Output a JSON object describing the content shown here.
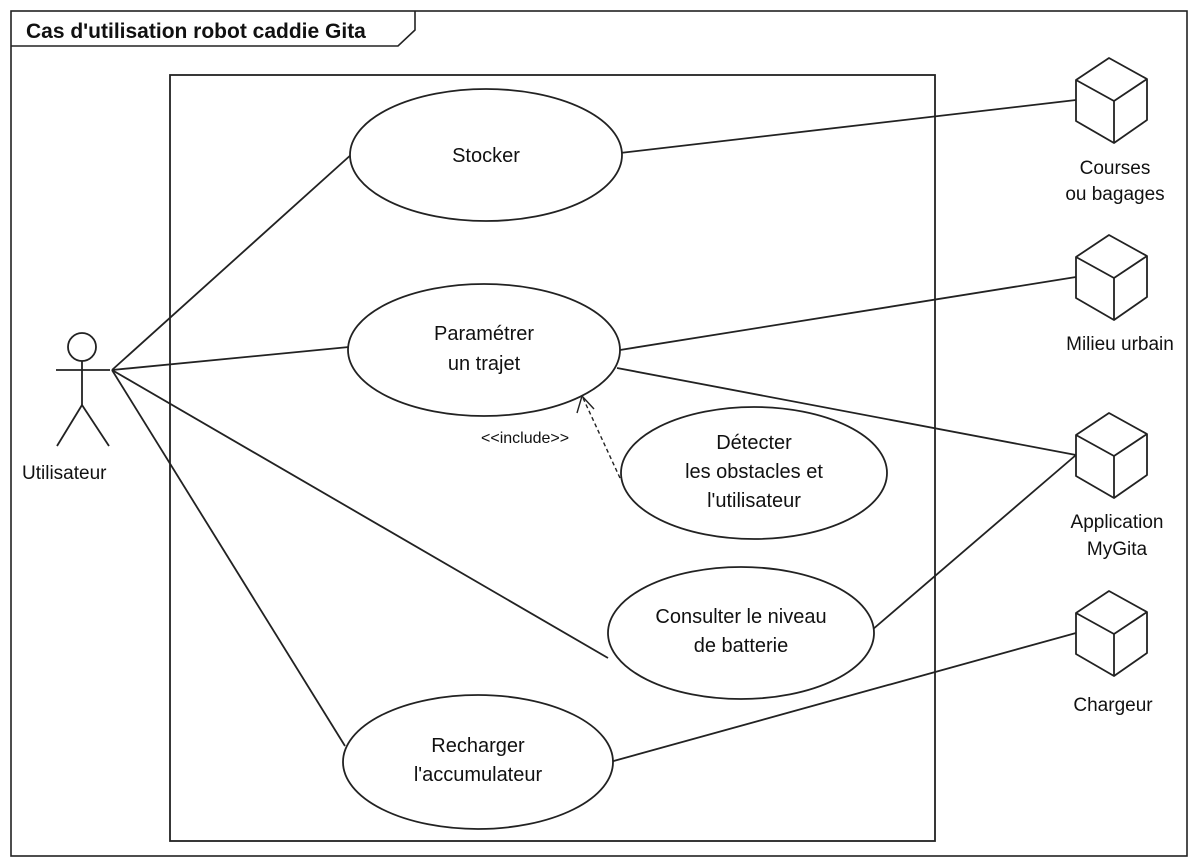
{
  "frame": {
    "title": "Cas d'utilisation robot caddie Gita"
  },
  "actors": {
    "user": {
      "label": "Utilisateur"
    },
    "courses": {
      "lines": [
        "Courses",
        "ou bagages"
      ]
    },
    "milieu": {
      "lines": [
        "Milieu urbain"
      ]
    },
    "app": {
      "lines": [
        "Application",
        "MyGita"
      ]
    },
    "chargeur": {
      "lines": [
        "Chargeur"
      ]
    }
  },
  "use_cases": {
    "stocker": {
      "lines": [
        "Stocker"
      ]
    },
    "parametrer": {
      "lines": [
        "Paramétrer",
        "un trajet"
      ]
    },
    "detecter": {
      "lines": [
        "Détecter",
        "les obstacles et",
        "l'utilisateur"
      ]
    },
    "consulter": {
      "lines": [
        "Consulter le niveau",
        "de batterie"
      ]
    },
    "recharger": {
      "lines": [
        "Recharger",
        "l'accumulateur"
      ]
    }
  },
  "relations": {
    "include_label": "<<include>>"
  }
}
